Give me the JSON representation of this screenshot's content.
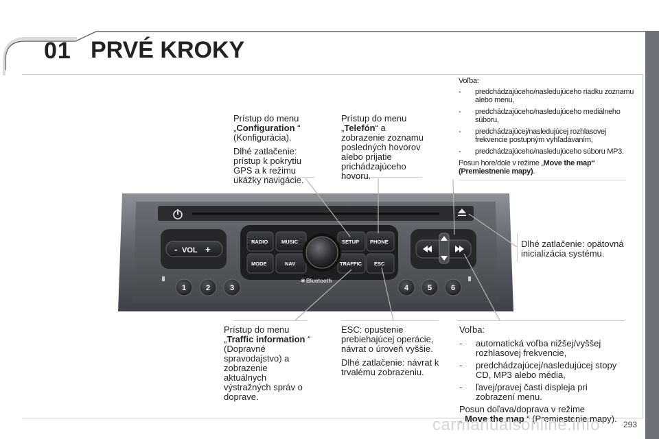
{
  "header": {
    "chapter_number": "01",
    "title": "PRVÉ KROKY"
  },
  "callouts": {
    "config": {
      "line1": "Prístup do menu",
      "prefix": "„",
      "bold": "Configuration",
      "suffix": "“",
      "line3": "(Konfigurácia).",
      "p2": "Dlhé zatlačenie: prístup k pokrytiu GPS a k režimu ukážky navigácie."
    },
    "phone": {
      "line1": "Prístup do menu",
      "prefix": "„",
      "bold": "Telefón",
      "suffix": "“ a",
      "rest": "zobrazenie zoznamu posledných hovorov alebo prijatie prichádzajúceho hovoru."
    },
    "selection_top": {
      "heading": "Voľba:",
      "items": [
        "predchádzajúceho/nasledujúceho riadku zoznamu alebo menu,",
        "predchádzajúceho/nasledujúceho mediálneho súboru,",
        "predchádzajúcej/nasledujúcej rozhlasovej frekvencie postupným vyhľadávaním,",
        "predchádzajúceho/nasledujúceho súboru MP3."
      ],
      "move_prefix": "Posun hore/dole v režime „",
      "move_bold": "Move the map“ (Premiestnenie mapy)",
      "move_suffix": "."
    },
    "reset": {
      "text": "Dlhé zatlačenie: opätovná inicializácia systému."
    },
    "traffic": {
      "line1": "Prístup do menu",
      "prefix": "„",
      "bold": "Traffic information",
      "suffix": "“",
      "rest": "(Dopravné spravodajstvo) a zobrazenie aktuálnych výstražných správ o doprave."
    },
    "esc": {
      "p1": "ESC: opustenie prebiehajúcej operácie, návrat o úroveň vyššie.",
      "p2": "Dlhé zatlačenie: návrat k trvalému zobrazeniu."
    },
    "selection_bottom": {
      "heading": "Voľba:",
      "items": [
        "automatická voľba nižšej/vyššej rozhlasovej frekvencie,",
        "predchádzajúcej/nasledujúcej stopy CD, MP3 alebo média,",
        "ľavej/pravej časti displeja pri zobrazení menu."
      ],
      "move_line": "Posun doľava/doprava v režime",
      "move_prefix": "„ ",
      "move_bold": "Move the map",
      "move_suffix": " “ (Premiestenie mapy)."
    }
  },
  "device": {
    "vol_label": "VOL",
    "vol_minus": "-",
    "vol_plus": "+",
    "buttons": {
      "radio": "RADIO",
      "music": "MUSIC",
      "setup": "SETUP",
      "phone": "PHONE",
      "mode": "MODE",
      "nav": "NAV",
      "traffic": "TRAFFIC",
      "esc": "ESC"
    },
    "presets": [
      "1",
      "2",
      "3",
      "4",
      "5",
      "6"
    ],
    "bluetooth": "Bluetooth",
    "power_icon": "power-icon",
    "eject_icon": "eject-icon"
  },
  "footer": {
    "page_number": "293",
    "watermark": "carmanualsonline.info"
  }
}
